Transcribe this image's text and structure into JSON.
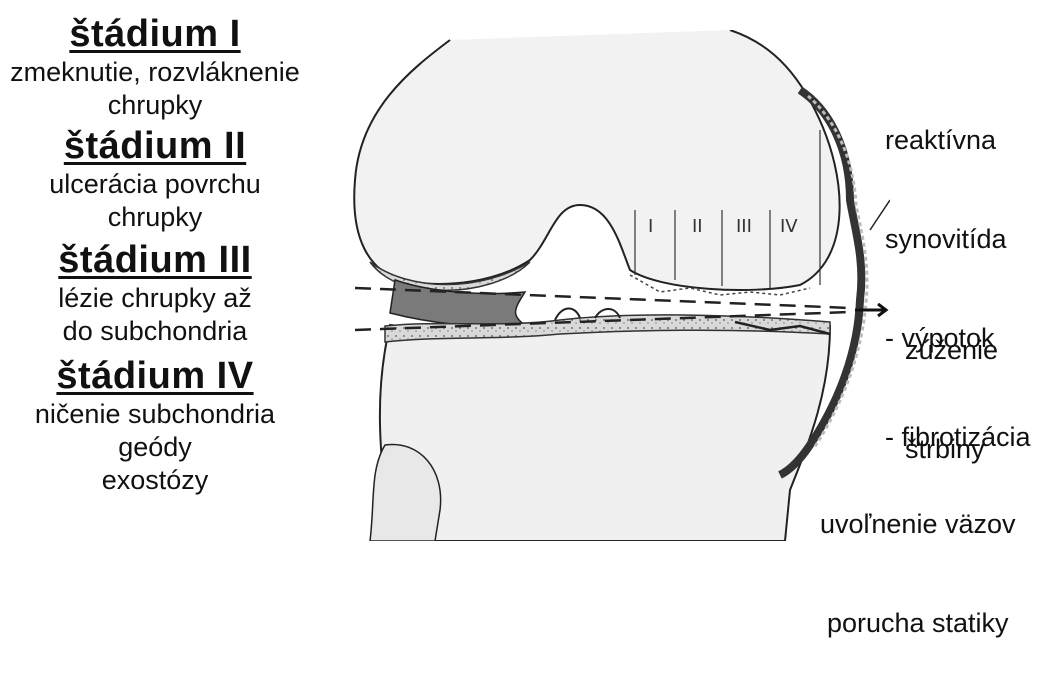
{
  "stages": [
    {
      "title": "štádium I",
      "lines": [
        "zmeknutie, rozvláknenie",
        "chrupky"
      ]
    },
    {
      "title": "štádium II",
      "lines": [
        "ulcerácia povrchu",
        "chrupky"
      ]
    },
    {
      "title": "štádium III",
      "lines": [
        "lézie chrupky až",
        "do subchondria"
      ]
    },
    {
      "title": "štádium IV",
      "lines": [
        "ničenie subchondria",
        "geódy",
        "exostózy"
      ]
    }
  ],
  "labels": {
    "synovitis": [
      "reaktívna",
      "synovitída",
      "- výpotok",
      "- fibrotizácia"
    ],
    "narrowing": [
      "zúženie",
      "štrbiny"
    ],
    "ligaments": [
      "uvoľnenie väzov",
      "porucha statiky"
    ]
  },
  "diagram": {
    "roman_numerals": [
      "I",
      "II",
      "III",
      "IV"
    ]
  }
}
